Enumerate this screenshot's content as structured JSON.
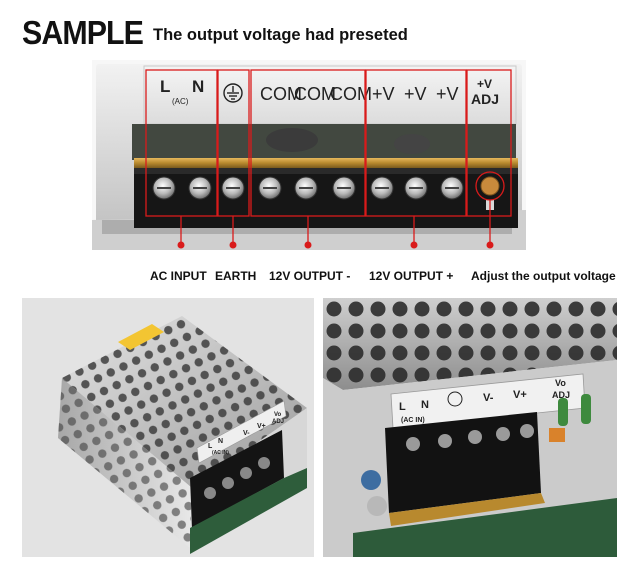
{
  "header": {
    "sample": "SAMPLE",
    "subtitle": "The output voltage had preseted"
  },
  "terminal_panel": {
    "ac": {
      "l": "L",
      "n": "N",
      "ac": "(AC)"
    },
    "com": [
      "COM",
      "COM",
      "COM"
    ],
    "plus_v": [
      "+V",
      "+V",
      "+V"
    ],
    "adj_top": "+V",
    "adj_bottom": "ADJ"
  },
  "callouts": {
    "ac_input": "AC INPUT",
    "earth": "EARTH",
    "out_minus": "12V OUTPUT -",
    "out_plus": "12V OUTPUT +",
    "adjust": "Adjust the output voltage"
  },
  "small_left": {
    "l": "L",
    "n": "N",
    "acin": "(AC IN)",
    "vminus": "V-",
    "vplus": "V+",
    "vo": "Vo",
    "adj": "ADJ"
  },
  "small_right": {
    "l": "L",
    "n": "N",
    "acin": "(AC IN)",
    "vminus": "V-",
    "vplus": "V+",
    "vo": "Vo",
    "adj": "ADJ"
  },
  "colors": {
    "callout_red": "#d91b1b",
    "panel_bg": "#e9e9e9",
    "terminal_black": "#151515",
    "brass": "#b8892e"
  }
}
